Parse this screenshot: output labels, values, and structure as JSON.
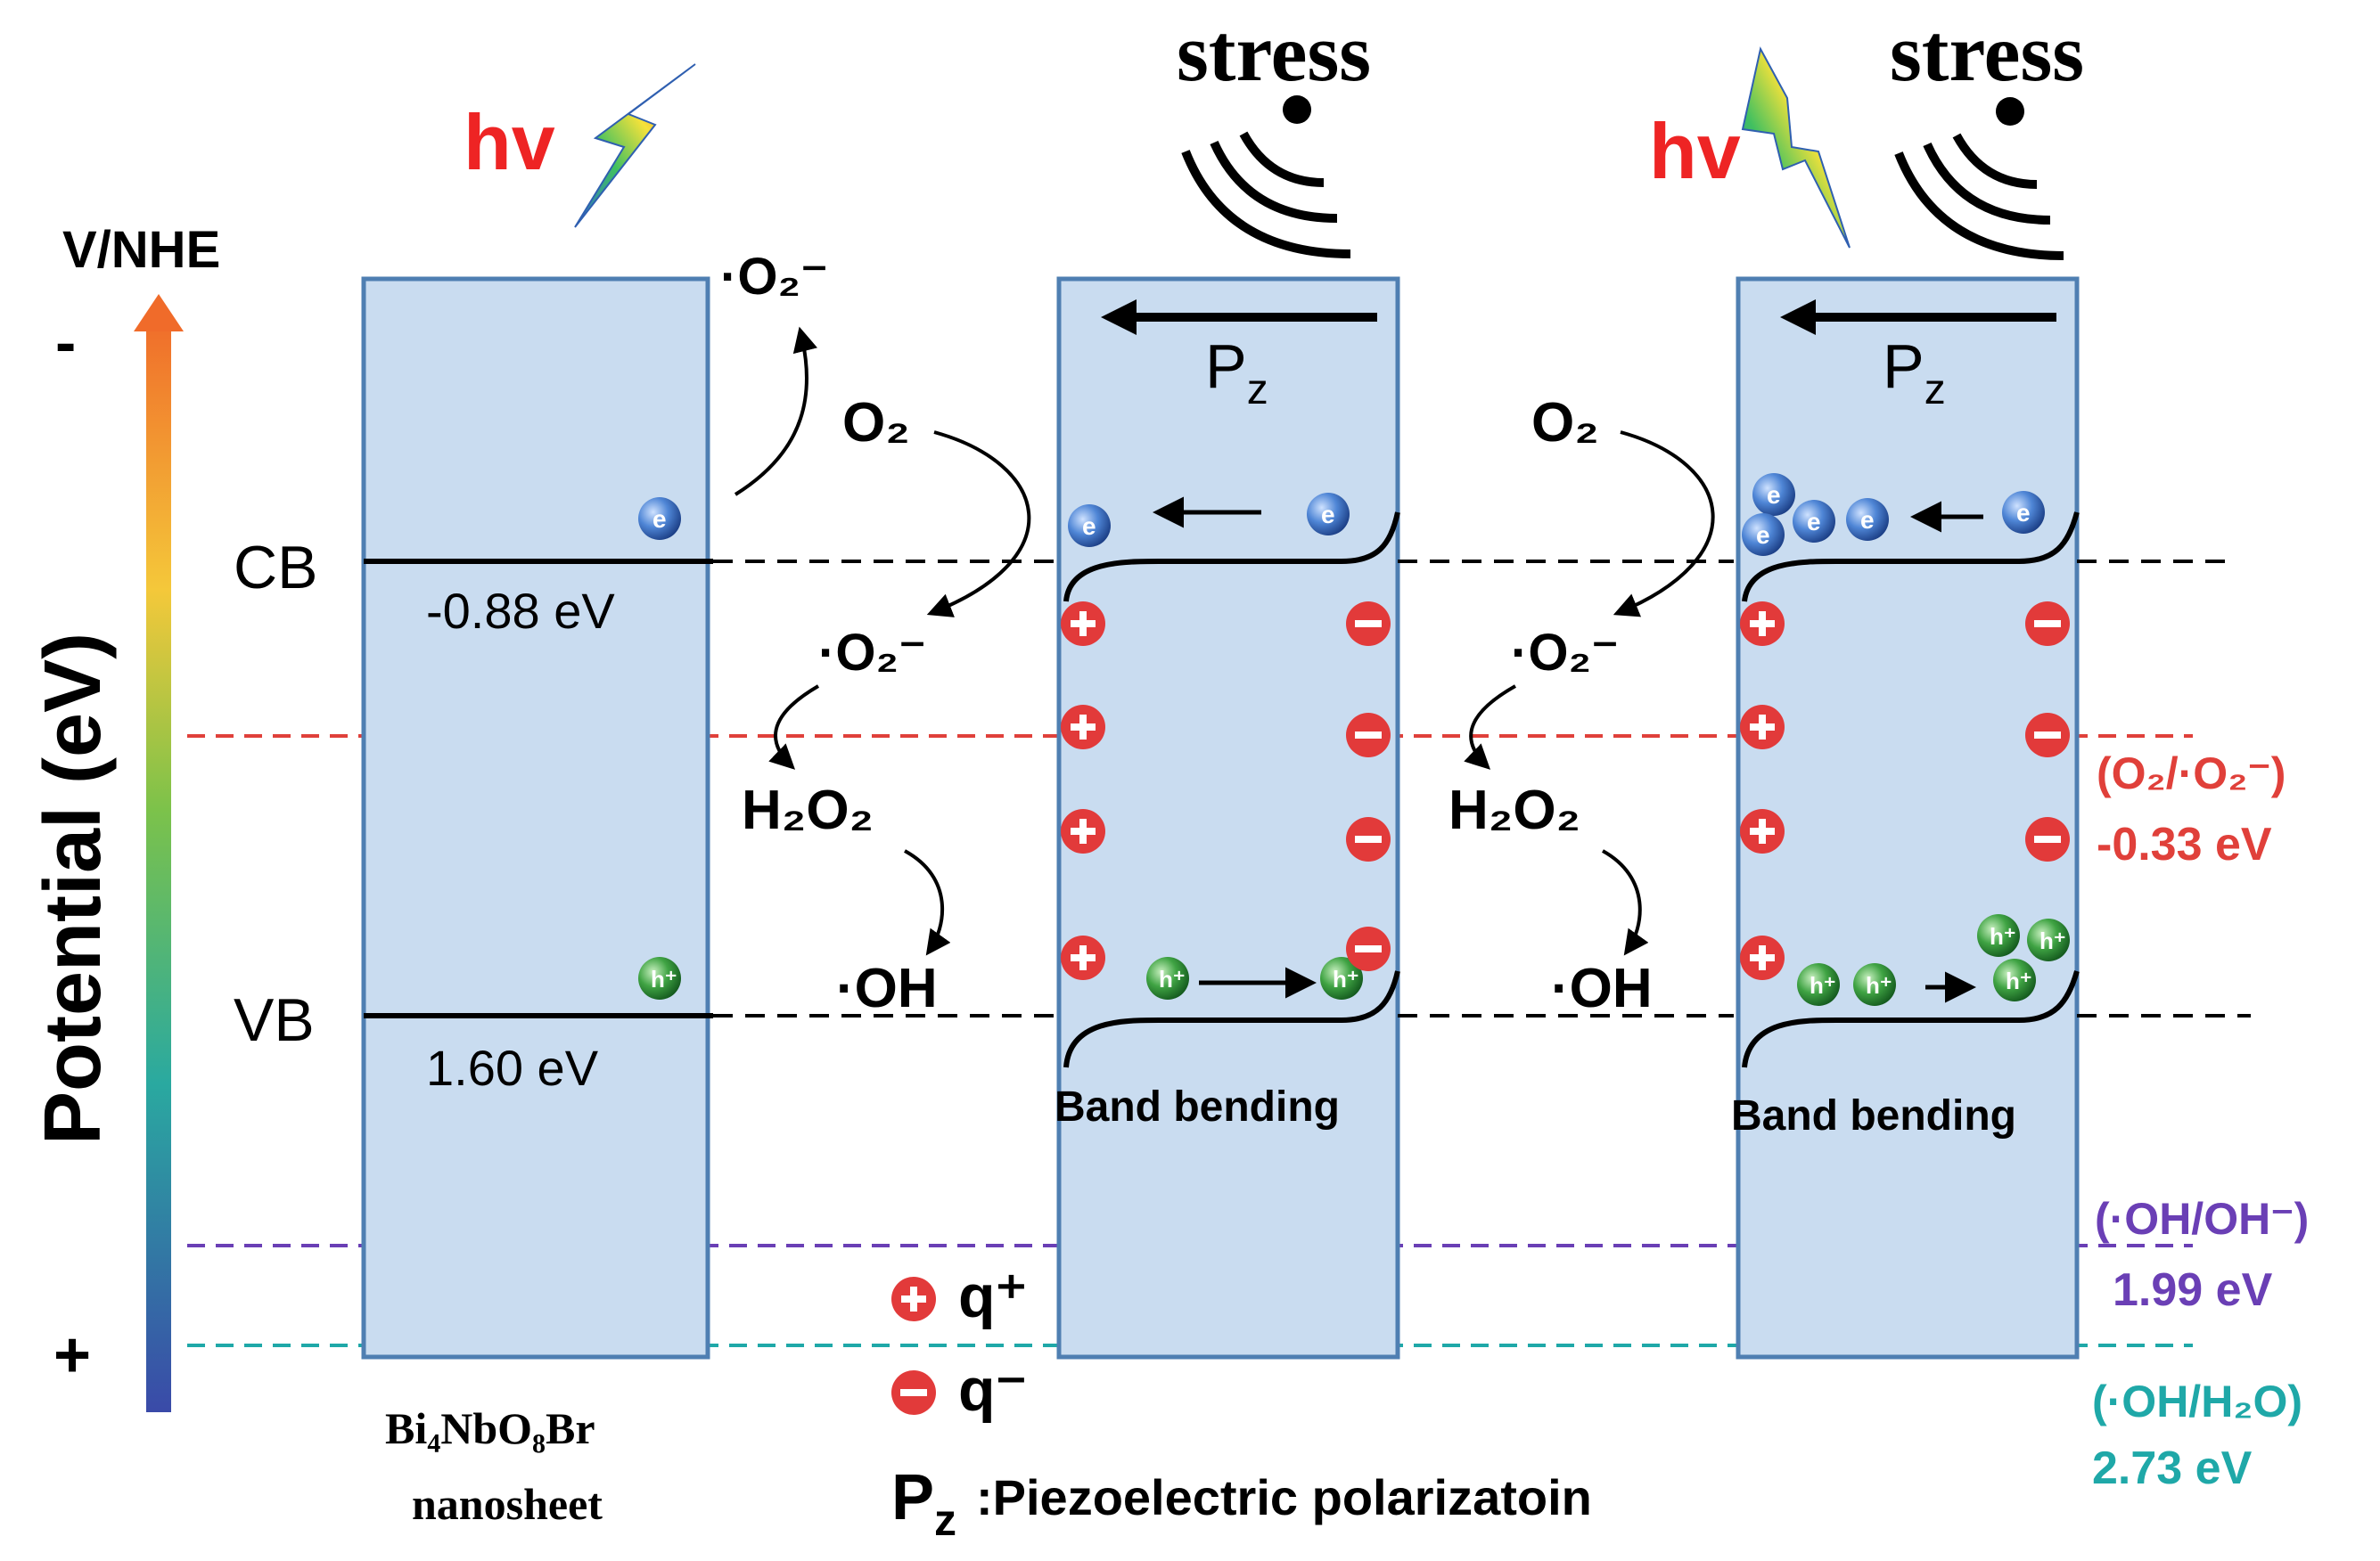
{
  "colors": {
    "panel_fill": "#c9dcf0",
    "panel_stroke": "#4f7fb2",
    "red_line": "#e0403a",
    "purple_line": "#6a3fb5",
    "teal_line": "#1fa8a8",
    "electron": "#3f78c4",
    "hole": "#3a9a3a",
    "charge": "#e23a3a"
  },
  "axis": {
    "unit_label": "V/NHE",
    "title": "Potential (eV)",
    "minus_sign": "-",
    "plus_sign": "+"
  },
  "panel1": {
    "hv": "hv",
    "cb_label": "CB",
    "cb_value": "-0.88 eV",
    "vb_label": "VB",
    "vb_value": "1.60 eV",
    "material_line1": "Bi₄NbO₈Br",
    "material_line2": "nanosheet",
    "electron": "e⁻",
    "hole": "h⁺"
  },
  "panel2": {
    "stress": "stress",
    "pz": "P",
    "pz_sub": "z",
    "band_bending": "Band bending"
  },
  "panel3": {
    "hv": "hv",
    "stress": "stress",
    "pz": "P",
    "pz_sub": "z",
    "band_bending": "Band bending"
  },
  "reactions": {
    "o2": "O₂",
    "superoxide": "·O₂⁻",
    "h2o2": "H₂O₂",
    "oh": "·OH"
  },
  "potentials": {
    "o2_couple": "(O₂/·O₂⁻)",
    "o2_value": "-0.33 eV",
    "oh_couple": "(·OH/OH⁻)",
    "oh_value": "1.99 eV",
    "h2o_couple": "(·OH/H₂O)",
    "h2o_value": "2.73 eV"
  },
  "legend": {
    "q_plus": "q⁺",
    "q_minus": "q⁻",
    "pz_main": "P",
    "pz_sub": "z",
    "pz_desc": ":Piezoelectric polarizatoin"
  }
}
